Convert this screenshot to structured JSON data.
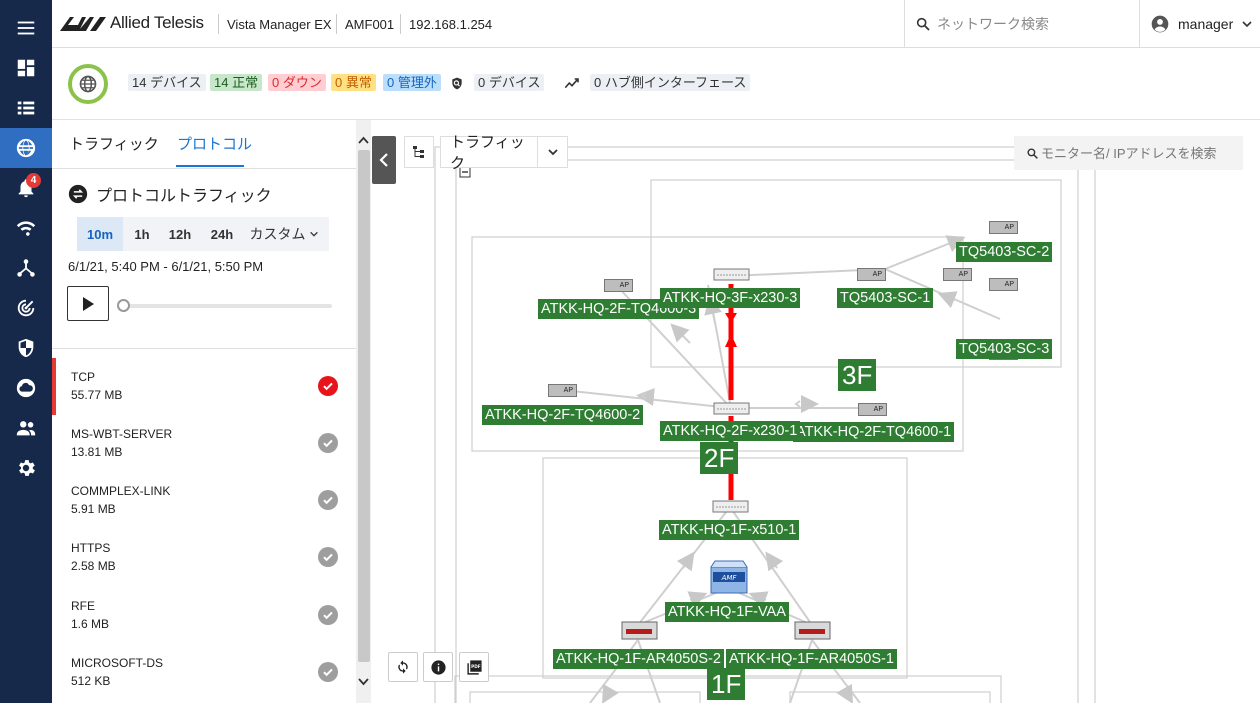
{
  "header": {
    "brand": "Allied Telesis",
    "product": "Vista Manager EX",
    "device_name": "AMF001",
    "ip": "192.168.1.254",
    "search_placeholder": "ネットワーク検索",
    "user": "manager"
  },
  "nav": {
    "alert_count": "4",
    "items": [
      "menu",
      "dashboard",
      "list",
      "network-map",
      "alerts",
      "wireless",
      "topology",
      "radar",
      "security",
      "cloud",
      "users",
      "settings"
    ]
  },
  "status": {
    "devices": "14 デバイス",
    "normal": "14 正常",
    "down": "0 ダウン",
    "abnormal": "0 異常",
    "unmanaged": "0 管理外",
    "security_devices": "0 デバイス",
    "hub_interfaces": "0 ハブ側インターフェース"
  },
  "panel": {
    "tabs": [
      "トラフィック",
      "プロトコル"
    ],
    "active_tab": "プロトコル",
    "title": "プロトコルトラフィック",
    "ranges": [
      "10m",
      "1h",
      "12h",
      "24h",
      "カスタム"
    ],
    "selected_range": "10m",
    "date_range": "6/1/21, 5:40 PM - 6/1/21, 5:50 PM",
    "protocols": [
      {
        "name": "TCP",
        "size": "55.77 MB",
        "selected": true
      },
      {
        "name": "MS-WBT-SERVER",
        "size": "13.81 MB",
        "selected": false
      },
      {
        "name": "COMMPLEX-LINK",
        "size": "5.91 MB",
        "selected": false
      },
      {
        "name": "HTTPS",
        "size": "2.58 MB",
        "selected": false
      },
      {
        "name": "RFE",
        "size": "1.6 MB",
        "selected": false
      },
      {
        "name": "MICROSOFT-DS",
        "size": "512 KB",
        "selected": false
      }
    ]
  },
  "map": {
    "view_select": "トラフィック",
    "search_placeholder": "モニター名/ IPアドレスを検索",
    "floors": [
      "3F",
      "2F",
      "1F"
    ],
    "nodes": {
      "tq_sc2": "TQ5403-SC-2",
      "tq_sc1": "TQ5403-SC-1",
      "tq_sc3": "TQ5403-SC-3",
      "x230_3f": "ATKK-HQ-3F-x230-3",
      "tq4600_3": "ATKK-HQ-2F-TQ4600-3",
      "tq4600_2": "ATKK-HQ-2F-TQ4600-2",
      "x230_2f": "ATKK-HQ-2F-x230-1",
      "tq4600_1": "ATKK-HQ-2F-TQ4600-1",
      "x510_1f": "ATKK-HQ-1F-x510-1",
      "vaa": "ATKK-HQ-1F-VAA",
      "ar4050_2": "ATKK-HQ-1F-AR4050S-2",
      "ar4050_1": "ATKK-HQ-1F-AR4050S-1"
    },
    "ap_tag": "AP",
    "amf_tag": "AMF",
    "highlight_color": "#ff0000",
    "label_color": "#2e7d32"
  }
}
